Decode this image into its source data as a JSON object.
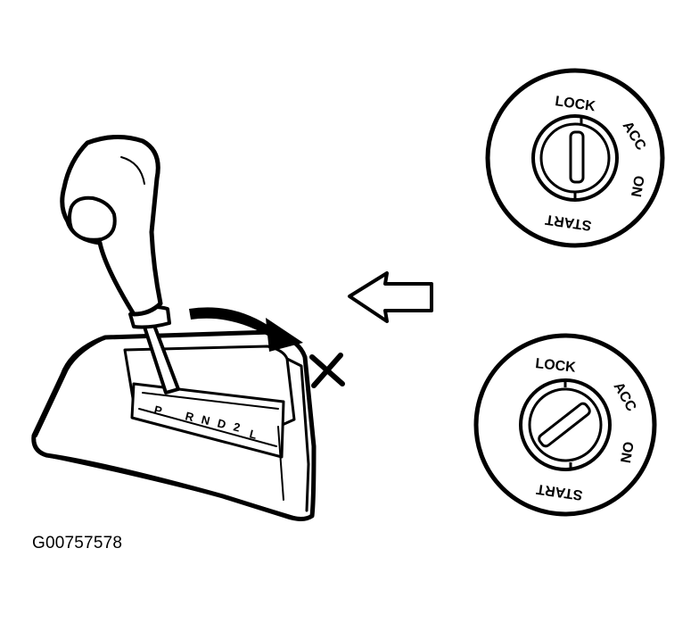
{
  "figure_code": "G00757578",
  "shifter": {
    "gear_labels": [
      "P",
      "R",
      "N",
      "D",
      "2",
      "L"
    ]
  },
  "ignition_switch_top": {
    "positions": [
      "LOCK",
      "ACC",
      "ON",
      "START"
    ],
    "key_state": "LOCK"
  },
  "ignition_switch_bottom": {
    "positions": [
      "LOCK",
      "ACC",
      "ON",
      "START"
    ],
    "key_state": "ACC"
  },
  "not_allowed_symbol": "X"
}
